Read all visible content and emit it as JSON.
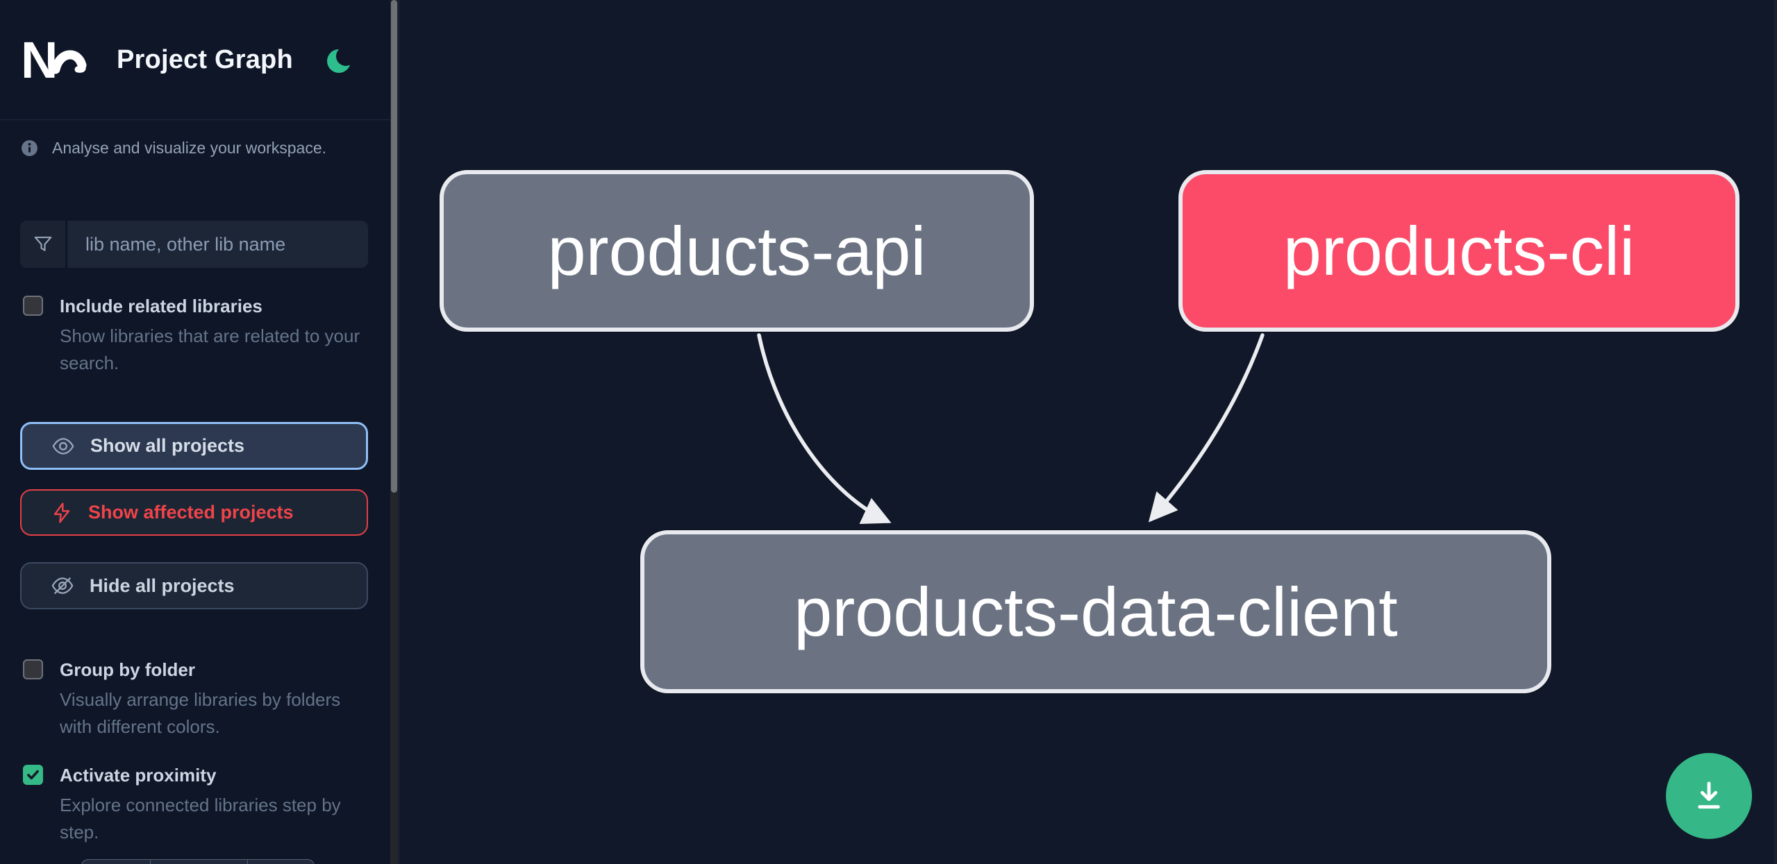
{
  "header": {
    "logo": "Nx",
    "title": "Project Graph",
    "theme_icon": "moon"
  },
  "sidebar": {
    "tagline": "Analyse and visualize your workspace.",
    "search": {
      "placeholder": "lib name, other lib name",
      "value": "",
      "icon": "filter-funnel"
    },
    "toggles": [
      {
        "label": "Include related libraries",
        "description": "Show libraries that are related to your search.",
        "checked": false
      },
      {
        "label": "Group by folder",
        "description": "Visually arrange libraries by folders with different colors.",
        "checked": false
      },
      {
        "label": "Activate proximity",
        "description": "Explore connected libraries step by step.",
        "checked": true
      }
    ],
    "actions": [
      {
        "label": "Show all projects",
        "icon": "eye",
        "state": "selected"
      },
      {
        "label": "Show affected projects",
        "icon": "lightning-bolt",
        "state": "affected"
      },
      {
        "label": "Hide all projects",
        "icon": "eye-off",
        "state": "default"
      }
    ]
  },
  "chart_data": {
    "type": "dependency-graph",
    "nodes": [
      {
        "name": "products-api",
        "status": "normal"
      },
      {
        "name": "products-cli",
        "status": "affected"
      },
      {
        "name": "products-data-client",
        "status": "normal"
      }
    ],
    "edges": [
      {
        "source": "products-api",
        "target": "products-data-client"
      },
      {
        "source": "products-cli",
        "target": "products-data-client"
      }
    ]
  },
  "graph": {
    "nodes": [
      {
        "name": "products-api"
      },
      {
        "name": "products-cli"
      },
      {
        "name": "products-data-client"
      }
    ]
  },
  "fab": {
    "icon": "download"
  },
  "colors": {
    "sidebar_bg": "#0f1627",
    "canvas_bg": "#101829",
    "node_gray": "#6b7383",
    "node_affected": "#fb4b68",
    "node_border": "#e8eaef",
    "edge": "#ebedf0",
    "accent_selected_border": "#8fc0f8",
    "accent_affected": "#ef4449",
    "accent_green": "#35b787",
    "text_primary": "#ccd6e3",
    "text_secondary": "#64748b"
  }
}
